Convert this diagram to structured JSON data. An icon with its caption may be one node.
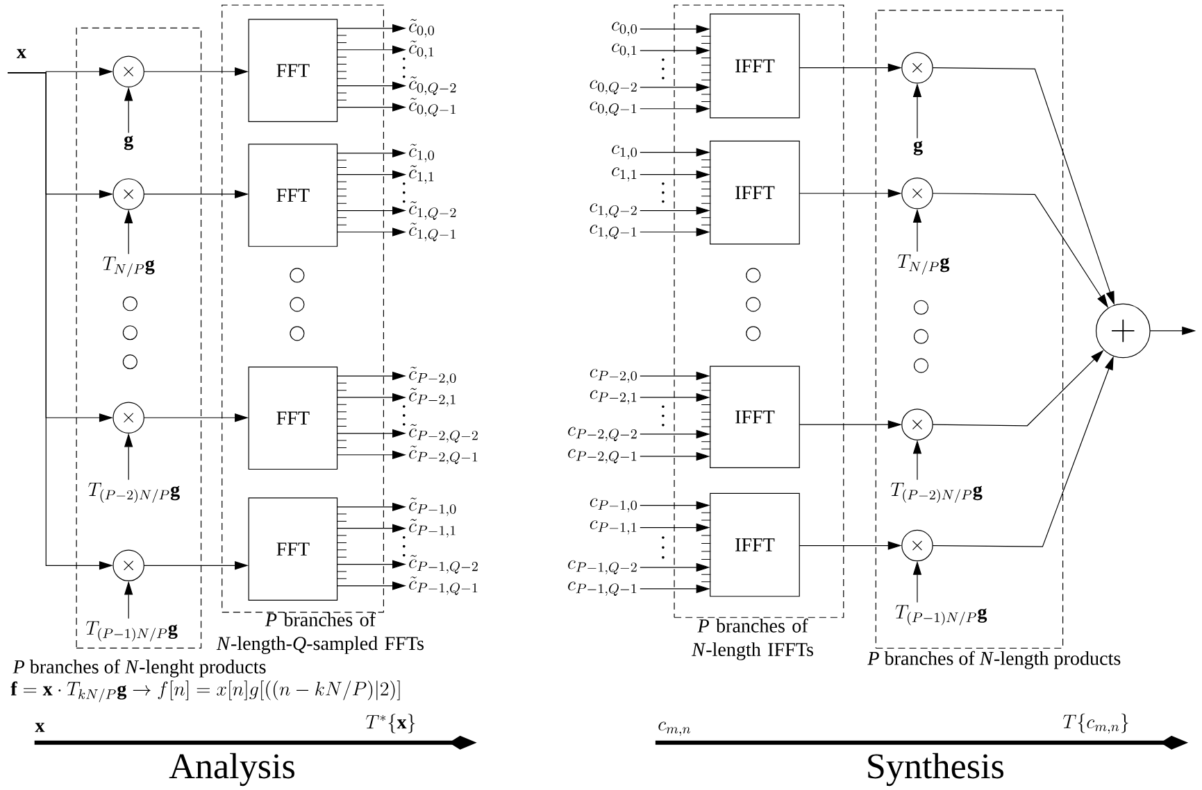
{
  "diagram": {
    "nodes": [
      {
        "text": [
          "*P* branches of *N*-lenght products"
        ]
      },
      {
        "text": [
          "*P* branches of *N*-length-*Q*-sampled FFTs"
        ]
      },
      {
        "text": [
          "\\times"
        ],
        "in": 0
      },
      {
        "text": [
          "\\times"
        ],
        "in": 0
      },
      {
        "text": [
          "\\times"
        ],
        "in": 0
      },
      {
        "text": [
          "\\times"
        ],
        "in": 0
      },
      {
        "text": [
          "\\mathbf{g}"
        ],
        "in": 0
      },
      {
        "text": [
          "T_{N/P}\\mathbf{g}"
        ],
        "in": 0
      },
      {
        "text": [
          "T_{(P-2)N/P}\\mathbf{g}"
        ],
        "in": 0
      },
      {
        "text": [
          "T_{(P-1)N/P}\\mathbf{g}"
        ],
        "in": 0
      },
      {
        "text": [],
        "shape": "circle",
        "in": 0
      },
      {
        "text": [],
        "shape": "circle",
        "in": 0
      },
      {
        "text": [],
        "shape": "circle",
        "in": 0
      },
      {
        "text": [
          "FFT"
        ],
        "in": 1
      },
      {
        "text": [
          "FFT"
        ],
        "in": 1
      },
      {
        "text": [
          "FFT"
        ],
        "in": 1
      },
      {
        "text": [
          "FFT"
        ],
        "in": 1
      },
      {
        "text": [],
        "shape": "circle",
        "in": 1
      },
      {
        "text": [],
        "shape": "circle",
        "in": 1
      },
      {
        "text": [],
        "shape": "circle",
        "in": 1
      },
      {
        "text": [
          "\\tilde{c}_{0,0}"
        ]
      },
      {
        "text": [
          "\\tilde{c}_{0,1}"
        ]
      },
      {
        "text": [
          "\\tilde{c}_{0,Q-2}"
        ]
      },
      {
        "text": [
          "\\tilde{c}_{0,Q-1}"
        ]
      },
      {
        "text": [
          "\\tilde{c}_{1,0}"
        ]
      },
      {
        "text": [
          "\\tilde{c}_{1,1}"
        ]
      },
      {
        "text": [
          "\\tilde{c}_{1,Q-2}"
        ]
      },
      {
        "text": [
          "\\tilde{c}_{1,Q-1}"
        ]
      },
      {
        "text": [
          "\\tilde{c}_{P-2,0}"
        ]
      },
      {
        "text": [
          "\\tilde{c}_{P-2,1}"
        ]
      },
      {
        "text": [
          "\\tilde{c}_{P-2,Q-2}"
        ]
      },
      {
        "text": [
          "\\tilde{c}_{P-2,Q-1}"
        ]
      },
      {
        "text": [
          "\\tilde{c}_{P-1,0}"
        ]
      },
      {
        "text": [
          "\\tilde{c}_{P-1,1}"
        ]
      },
      {
        "text": [
          "\\tilde{c}_{P-1,Q-2}"
        ]
      },
      {
        "text": [
          "\\tilde{c}_{P-1,Q-1}"
        ]
      },
      {
        "text": [
          "*P* branches of *N*-length IFFTs"
        ]
      },
      {
        "text": [
          "*P* branches of *N*-length products"
        ]
      },
      {
        "text": [
          "c_{0,0}"
        ]
      },
      {
        "text": [
          "c_{0,1}"
        ]
      },
      {
        "text": [
          "c_{0,Q-2}"
        ]
      },
      {
        "text": [
          "c_{0,Q-1}"
        ]
      },
      {
        "text": [
          "c_{1,0}"
        ]
      },
      {
        "text": [
          "c_{1,1}"
        ]
      },
      {
        "text": [
          "c_{1,Q-2}"
        ]
      },
      {
        "text": [
          "c_{1,Q-1}"
        ]
      },
      {
        "text": [
          "c_{P-2,0}"
        ]
      },
      {
        "text": [
          "c_{P-2,1}"
        ]
      },
      {
        "text": [
          "c_{P-2,Q-2}"
        ]
      },
      {
        "text": [
          "c_{P-2,Q-1}"
        ]
      },
      {
        "text": [
          "c_{P-1,0}"
        ]
      },
      {
        "text": [
          "c_{P-1,1}"
        ]
      },
      {
        "text": [
          "c_{P-1,Q-2}"
        ]
      },
      {
        "text": [
          "c_{P-1,Q-1}"
        ]
      },
      {
        "text": [
          "IFFT"
        ],
        "in": 36
      },
      {
        "text": [
          "IFFT"
        ],
        "in": 36
      },
      {
        "text": [
          "IFFT"
        ],
        "in": 36
      },
      {
        "text": [
          "IFFT"
        ],
        "in": 36
      },
      {
        "text": [],
        "shape": "circle",
        "in": 36
      },
      {
        "text": [],
        "shape": "circle",
        "in": 36
      },
      {
        "text": [],
        "shape": "circle",
        "in": 36
      },
      {
        "text": [
          "\\times"
        ],
        "in": 37
      },
      {
        "text": [
          "\\times"
        ],
        "in": 37
      },
      {
        "text": [
          "\\times"
        ],
        "in": 37
      },
      {
        "text": [
          "\\times"
        ],
        "in": 37
      },
      {
        "text": [
          "\\mathbf{g}"
        ],
        "in": 37
      },
      {
        "text": [
          "T_{N/P}\\mathbf{g}"
        ],
        "in": 37
      },
      {
        "text": [
          "T_{(P-2)N/P}\\mathbf{g}"
        ],
        "in": 37
      },
      {
        "text": [
          "T_{(P-1)N/P}\\mathbf{g}"
        ],
        "in": 37
      },
      {
        "text": [],
        "shape": "circle",
        "in": 37
      },
      {
        "text": [],
        "shape": "circle",
        "in": 37
      },
      {
        "text": [],
        "shape": "circle",
        "in": 37
      },
      {
        "text": [
          "+"
        ]
      }
    ],
    "edges": [
      {
        "from": null,
        "to": 2,
        "arrow": "to"
      },
      {
        "from": null,
        "to": 3,
        "arrow": "to"
      },
      {
        "from": null,
        "to": 4,
        "arrow": "to"
      },
      {
        "from": null,
        "to": 5,
        "arrow": "to"
      },
      {
        "from": 6,
        "to": 2,
        "arrow": "to"
      },
      {
        "from": 7,
        "to": 3,
        "arrow": "to"
      },
      {
        "from": 8,
        "to": 4,
        "arrow": "to"
      },
      {
        "from": 9,
        "to": 5,
        "arrow": "to"
      },
      {
        "from": 2,
        "to": 13,
        "arrow": "to"
      },
      {
        "from": 3,
        "to": 14,
        "arrow": "to"
      },
      {
        "from": 4,
        "to": 15,
        "arrow": "to"
      },
      {
        "from": 5,
        "to": 16,
        "arrow": "to"
      },
      {
        "from": 13,
        "to": 20,
        "arrow": "to"
      },
      {
        "from": 13,
        "to": 21,
        "arrow": "to"
      },
      {
        "from": 13,
        "to": 22,
        "arrow": "to"
      },
      {
        "from": 13,
        "to": 23,
        "arrow": "to"
      },
      {
        "from": 14,
        "to": 24,
        "arrow": "to"
      },
      {
        "from": 14,
        "to": 25,
        "arrow": "to"
      },
      {
        "from": 14,
        "to": 26,
        "arrow": "to"
      },
      {
        "from": 14,
        "to": 27,
        "arrow": "to"
      },
      {
        "from": 15,
        "to": 28,
        "arrow": "to"
      },
      {
        "from": 15,
        "to": 29,
        "arrow": "to"
      },
      {
        "from": 15,
        "to": 30,
        "arrow": "to"
      },
      {
        "from": 15,
        "to": 31,
        "arrow": "to"
      },
      {
        "from": 16,
        "to": 32,
        "arrow": "to"
      },
      {
        "from": 16,
        "to": 33,
        "arrow": "to"
      },
      {
        "from": 16,
        "to": 34,
        "arrow": "to"
      },
      {
        "from": 16,
        "to": 35,
        "arrow": "to"
      },
      {
        "from": 38,
        "to": 54,
        "arrow": "to"
      },
      {
        "from": 39,
        "to": 54,
        "arrow": "to"
      },
      {
        "from": 40,
        "to": 54,
        "arrow": "to"
      },
      {
        "from": 41,
        "to": 54,
        "arrow": "to"
      },
      {
        "from": 42,
        "to": 55,
        "arrow": "to"
      },
      {
        "from": 43,
        "to": 55,
        "arrow": "to"
      },
      {
        "from": 44,
        "to": 55,
        "arrow": "to"
      },
      {
        "from": 45,
        "to": 55,
        "arrow": "to"
      },
      {
        "from": 46,
        "to": 56,
        "arrow": "to"
      },
      {
        "from": 47,
        "to": 56,
        "arrow": "to"
      },
      {
        "from": 48,
        "to": 56,
        "arrow": "to"
      },
      {
        "from": 49,
        "to": 56,
        "arrow": "to"
      },
      {
        "from": 50,
        "to": 57,
        "arrow": "to"
      },
      {
        "from": 51,
        "to": 57,
        "arrow": "to"
      },
      {
        "from": 52,
        "to": 57,
        "arrow": "to"
      },
      {
        "from": 53,
        "to": 57,
        "arrow": "to"
      },
      {
        "from": 54,
        "to": 61,
        "arrow": "to"
      },
      {
        "from": 55,
        "to": 62,
        "arrow": "to"
      },
      {
        "from": 56,
        "to": 63,
        "arrow": "to"
      },
      {
        "from": 57,
        "to": 64,
        "arrow": "to"
      },
      {
        "from": 65,
        "to": 61,
        "arrow": "to"
      },
      {
        "from": 66,
        "to": 62,
        "arrow": "to"
      },
      {
        "from": 67,
        "to": 63,
        "arrow": "to"
      },
      {
        "from": 68,
        "to": 64,
        "arrow": "to"
      },
      {
        "from": 61,
        "to": 72,
        "arrow": "to"
      },
      {
        "from": 62,
        "to": 72,
        "arrow": "to"
      },
      {
        "from": 63,
        "to": 72,
        "arrow": "to"
      },
      {
        "from": 64,
        "to": 72,
        "arrow": "to"
      },
      {
        "from": 72,
        "to": null,
        "arrow": "to"
      }
    ],
    "labels": [
      "\\mathbf{x}",
      "\\mathbf{f}=\\mathbf{x}\\cdot T_{kN/P}\\mathbf{g}\\rightarrow f[n]=x[n]g[((n-kN/P)|2)]",
      "\\mathbf{x}",
      "T^*\\{\\mathbf{x}\\}",
      "Analysis",
      "c_{m,n}",
      "T\\{c_{m,n}\\}",
      "Synthesis"
    ]
  }
}
